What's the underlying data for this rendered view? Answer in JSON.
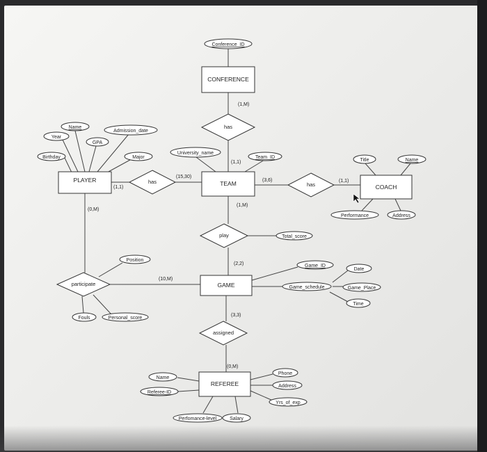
{
  "entities": {
    "conference": "CONFERENCE",
    "team": "TEAM",
    "player": "PLAYER",
    "coach": "COACH",
    "game": "GAME",
    "referee": "REFEREE"
  },
  "relationships": {
    "conference_team": "has",
    "player_team": "has",
    "team_coach": "has",
    "play": "play",
    "participate": "participate",
    "assigned": "assigned"
  },
  "attributes": {
    "conference_id": "Conference_ID",
    "name_player": "Name",
    "year": "Year",
    "gpa": "GPA",
    "admission_date": "Admission_date",
    "birthday": "Birthday",
    "major": "Major",
    "university_name": "University_name",
    "team_id": "Team_ID",
    "title": "Title",
    "name_coach": "Name",
    "performance": "Performance",
    "address_coach": "Address",
    "total_score": "Total_score",
    "position": "Position",
    "game_id": "Game_ID",
    "game_schedule": "Game_schedule",
    "date": "Date",
    "game_place": "Game_Place",
    "time": "Time",
    "fouls": "Fouls",
    "personal_score": "Personal_score",
    "name_referee": "Name",
    "referee_id": "Referee-ID",
    "phone": "Phone",
    "address_referee": "Address",
    "yrs_of_exp": "Yrs_of_exp",
    "performance_level": "Perfomance-level",
    "salary": "Salary"
  },
  "cardinalities": {
    "conference_has": "(1,M)",
    "team_from_conf": "(1,1)",
    "player_has": "(1,1)",
    "team_from_player": "(15,30)",
    "team_coach": "(3,6)",
    "coach_has": "(1,1)",
    "team_play": "(1,M)",
    "game_play": "(2,2)",
    "player_participate": "(0,M)",
    "game_participate": "(10,M)",
    "game_assigned": "(3,3)",
    "referee_assigned": "(0,M)"
  }
}
